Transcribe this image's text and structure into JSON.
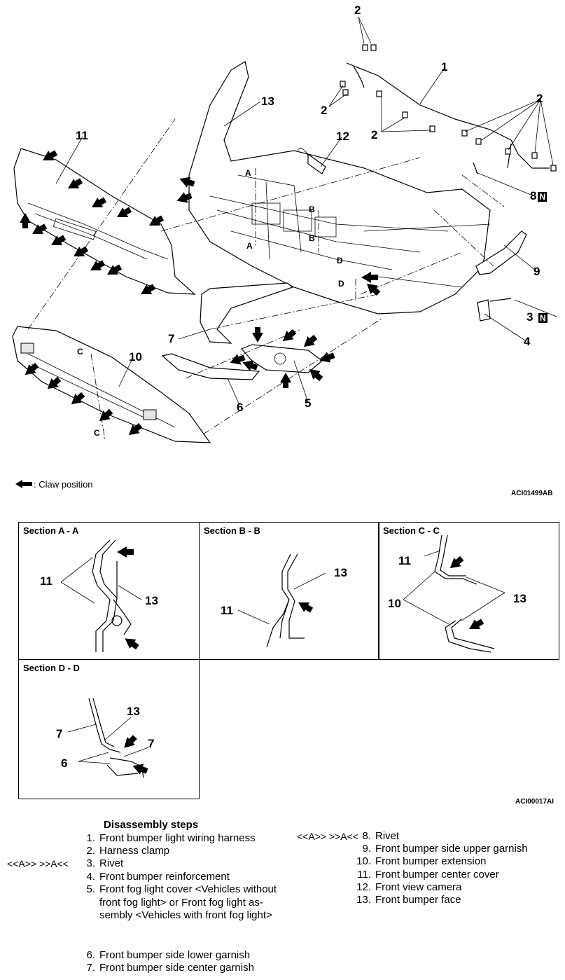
{
  "diagram": {
    "callouts": {
      "c1": "1",
      "c2a": "2",
      "c2b": "2",
      "c2c": "2",
      "c2d": "2",
      "c3": "3",
      "c4": "4",
      "c5": "5",
      "c6": "6",
      "c7": "7",
      "c8": "8",
      "c9": "9",
      "c10": "10",
      "c11": "11",
      "c12": "12",
      "c13": "13"
    },
    "n_mark": "N",
    "section_letters": {
      "a1": "A",
      "a2": "A",
      "b1": "B",
      "b2": "B",
      "c1": "C",
      "c2": "C",
      "d1": "D",
      "d2": "D"
    },
    "legend": ": Claw position",
    "figure_code": "ACI01499AB"
  },
  "sections": {
    "aa": {
      "title": "Section A - A",
      "labels": {
        "l11": "11",
        "l13": "13"
      }
    },
    "bb": {
      "title": "Section B - B",
      "labels": {
        "l11": "11",
        "l13": "13"
      }
    },
    "cc": {
      "title": "Section C - C",
      "labels": {
        "l11": "11",
        "l10": "10",
        "l13": "13"
      }
    },
    "dd": {
      "title": "Section D - D",
      "labels": {
        "l7a": "7",
        "l7b": "7",
        "l6": "6",
        "l13": "13"
      }
    },
    "figure_code": "ACI00017AI"
  },
  "steps": {
    "heading": "Disassembly steps",
    "left": [
      {
        "n": "1.",
        "t": "Front bumper light wiring harness"
      },
      {
        "n": "2.",
        "t": "Harness clamp"
      },
      {
        "n": "3.",
        "t": "Rivet"
      },
      {
        "n": "4.",
        "t": "Front bumper reinforcement"
      },
      {
        "n": "5.",
        "t": "Front fog light cover <Vehicles without"
      },
      {
        "n": "",
        "t": "front fog light> or Front fog light as-"
      },
      {
        "n": "",
        "t": "sembly <Vehicles with front fog light>"
      },
      {
        "n": "6.",
        "t": "Front bumper side lower garnish"
      },
      {
        "n": "7.",
        "t": "Front bumper side center garnish"
      }
    ],
    "right": [
      {
        "n": "8.",
        "t": "Rivet"
      },
      {
        "n": "9.",
        "t": "Front bumper side upper garnish"
      },
      {
        "n": "10.",
        "t": "Front bumper extension"
      },
      {
        "n": "11.",
        "t": "Front bumper center cover"
      },
      {
        "n": "12.",
        "t": "Front view camera"
      },
      {
        "n": "13.",
        "t": "Front bumper face"
      }
    ],
    "tag_left": "<<A>>   >>A<<",
    "tag_right": "<<A>>   >>A<<"
  }
}
